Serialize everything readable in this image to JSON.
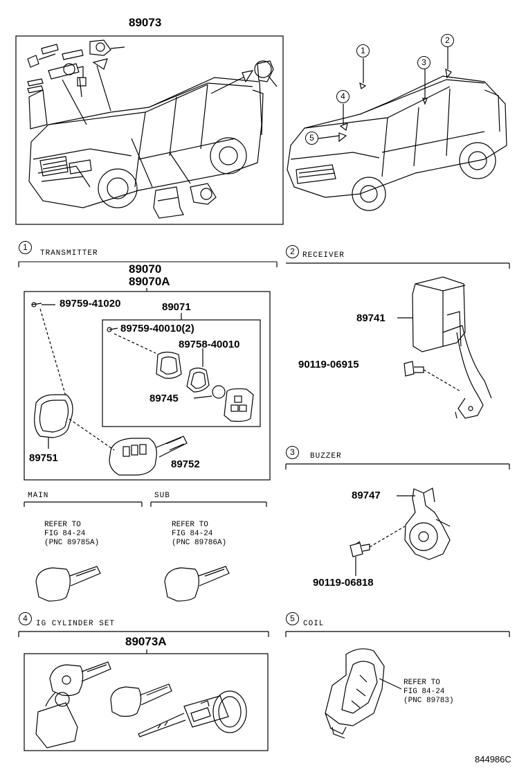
{
  "top": {
    "title": "89073"
  },
  "callouts": [
    "1",
    "2",
    "3",
    "4",
    "5"
  ],
  "sections": {
    "transmitter": {
      "num": "1",
      "label": "TRANSMITTER",
      "pn_main": "89070",
      "pn_alt": "89070A",
      "parts": {
        "p1": "89759-41020",
        "p2": "89071",
        "p3": "89759-40010(2)",
        "p4": "89758-40010",
        "p5": "89745",
        "p6": "89751",
        "p7": "89752"
      }
    },
    "receiver": {
      "num": "2",
      "label": "RECEIVER",
      "parts": {
        "p1": "89741",
        "p2": "90119-06915"
      }
    },
    "buzzer": {
      "num": "3",
      "label": "BUZZER",
      "parts": {
        "p1": "89747",
        "p2": "90119-06818"
      }
    },
    "ig_cylinder": {
      "num": "4",
      "label": "IG CYLINDER SET",
      "pn": "89073A"
    },
    "coil": {
      "num": "5",
      "label": "COIL",
      "ref": "REFER TO\nFIG 84-24\n(PNC 89783)"
    }
  },
  "keys": {
    "main_label": "MAIN",
    "sub_label": "SUB",
    "main_ref": "REFER TO\nFIG 84-24\n(PNC 89785A)",
    "sub_ref": "REFER TO\nFIG 84-24\n(PNC 89786A)"
  },
  "footer": {
    "code": "844986C"
  }
}
